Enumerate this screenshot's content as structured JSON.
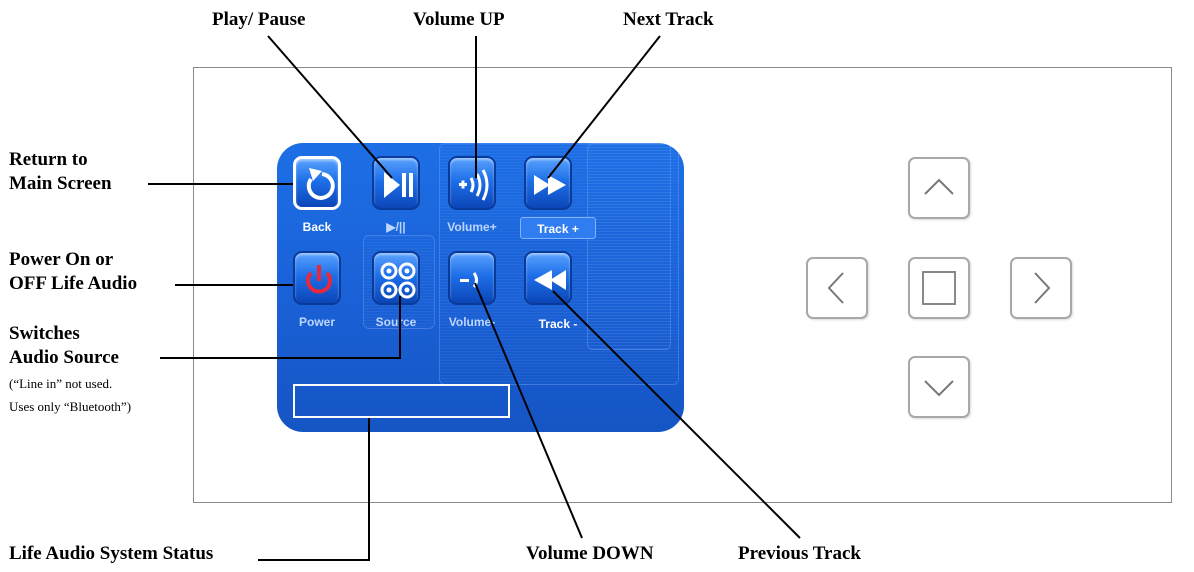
{
  "callouts": {
    "play_pause": "Play/ Pause",
    "volume_up": "Volume UP",
    "next_track": "Next Track",
    "return_line1": "Return to",
    "return_line2": "Main Screen",
    "power_line1": "Power On or",
    "power_line2": "OFF Life Audio",
    "switches_line1": "Switches",
    "switches_line2": "Audio Source",
    "switches_note1": "(“Line in” not used.",
    "switches_note2": "Uses only “Bluetooth”)",
    "status": "Life Audio System Status",
    "volume_down": "Volume DOWN",
    "previous_track": "Previous Track"
  },
  "screen": {
    "back_label": "Back",
    "playpause_label": "▶/||",
    "volume_up_label": "Volume+",
    "track_up_label": "Track +",
    "power_label": "Power",
    "source_label": "Source",
    "volume_down_label": "Volume-",
    "track_down_label": "Track -",
    "status_text": ""
  },
  "colors": {
    "screen_blue": "#1a60d6",
    "button_border": "#0a3a9a",
    "power_red": "#e8283c",
    "nav_key_border": "#a8a8a8"
  },
  "icons": {
    "back": "return-arrow-icon",
    "play_pause": "play-pause-icon",
    "volume_up": "volume-up-icon",
    "track_up": "fast-forward-icon",
    "power": "power-icon",
    "source": "speaker-grid-icon",
    "volume_down": "volume-down-icon",
    "track_down": "rewind-icon",
    "nav_up": "chevron-up-icon",
    "nav_left": "chevron-left-icon",
    "nav_center": "square-icon",
    "nav_right": "chevron-right-icon",
    "nav_down": "chevron-down-icon"
  }
}
